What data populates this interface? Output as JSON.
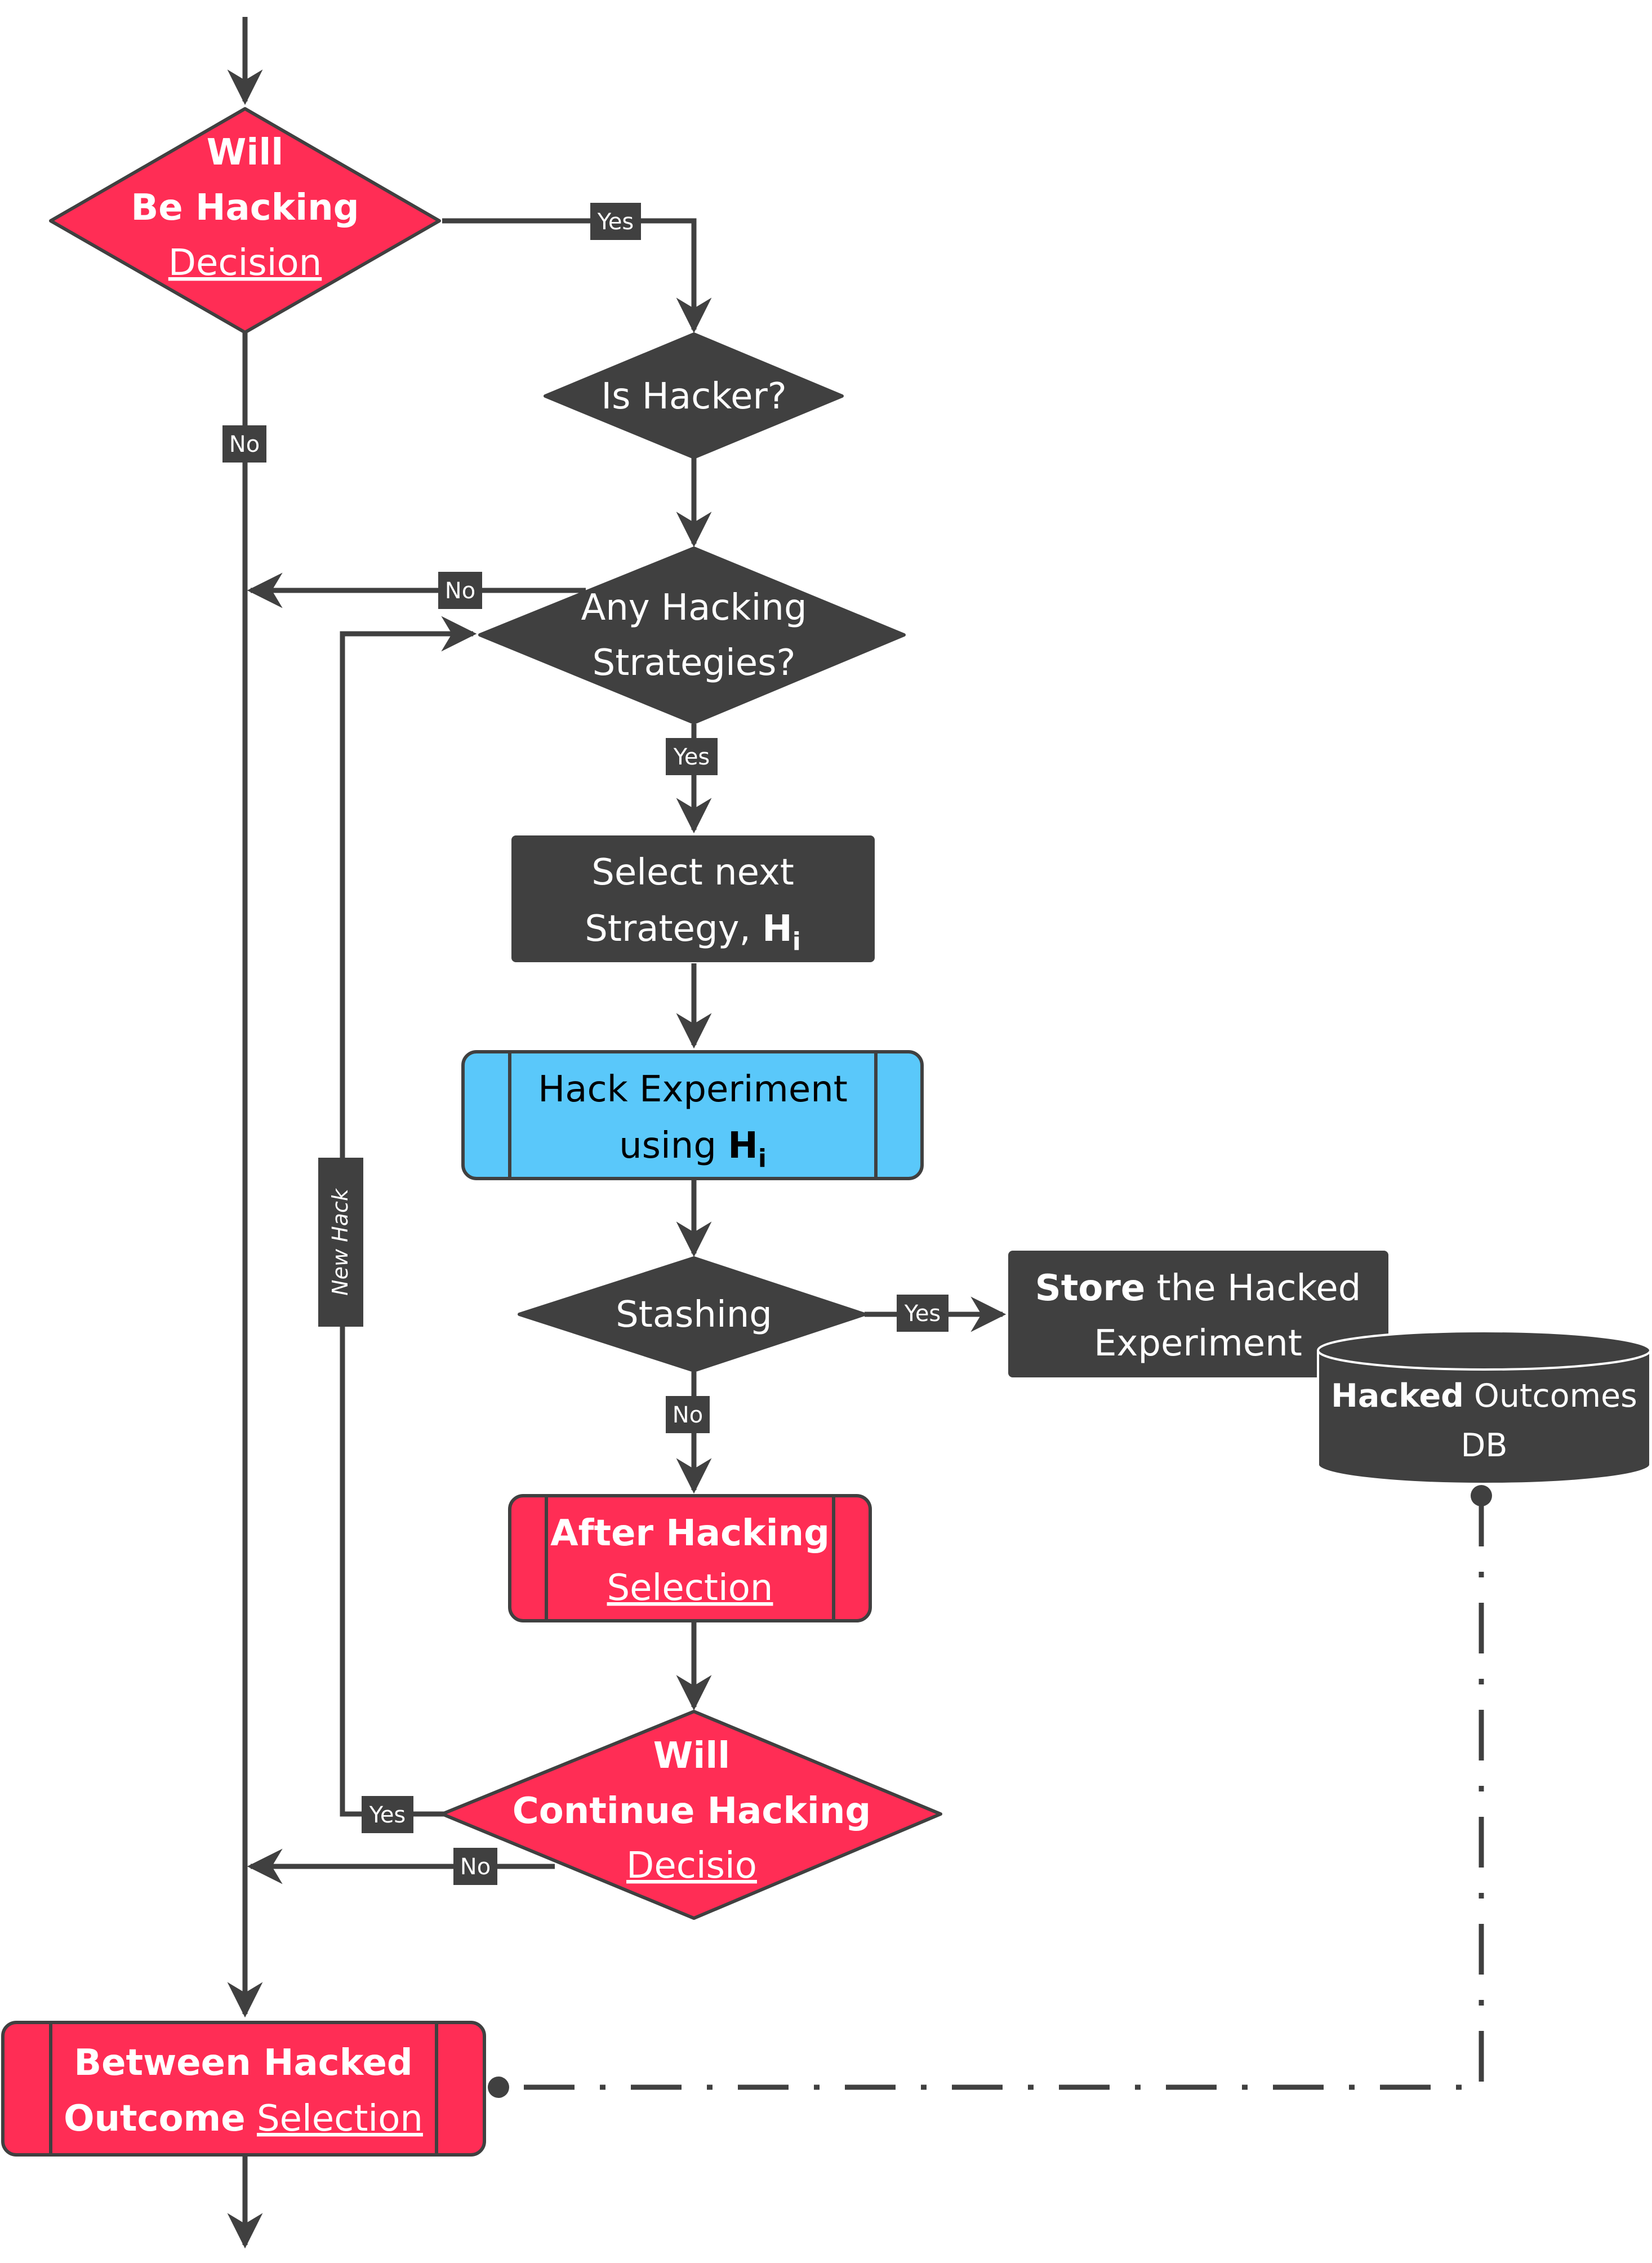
{
  "colors": {
    "dark": "#404040",
    "red": "#ff2d55",
    "blue": "#5ac8fa",
    "text_light": "#ffffff",
    "text_dark": "#000000",
    "line": "#404040"
  },
  "nodes": {
    "will_be_hacking": {
      "line1": "Will",
      "line2": "Be Hacking",
      "line3": "Decision"
    },
    "is_hacker": {
      "text": "Is Hacker?"
    },
    "any_hacking": {
      "line1": "Any Hacking",
      "line2": "Strategies?"
    },
    "select_next": {
      "line1": "Select next",
      "line2_prefix": "Strategy, ",
      "symbol": "H",
      "subscript": "i"
    },
    "hack_experiment": {
      "line1": "Hack Experiment",
      "line2_prefix": "using ",
      "symbol": "H",
      "subscript": "i"
    },
    "stashing": {
      "text": "Stashing"
    },
    "store": {
      "bold": "Store",
      "rest": " the Hacked",
      "line2": "Experiment"
    },
    "db": {
      "bold": "Hacked",
      "rest": " Outcomes",
      "line2": "DB"
    },
    "after_hacking": {
      "line1": "After Hacking",
      "line2": "Selection"
    },
    "will_continue": {
      "line1": "Will",
      "line2": "Continue Hacking",
      "line3": "Decisio"
    },
    "between_hacked": {
      "line1": "Between Hacked",
      "line2_bold": "Outcome",
      "line2_underline": "Selection"
    }
  },
  "edge_labels": {
    "yes_1": "Yes",
    "no_1": "No",
    "no_2": "No",
    "yes_2": "Yes",
    "yes_3": "Yes",
    "no_3": "No",
    "yes_4": "Yes",
    "no_4": "No",
    "new_hack": "New Hack"
  }
}
